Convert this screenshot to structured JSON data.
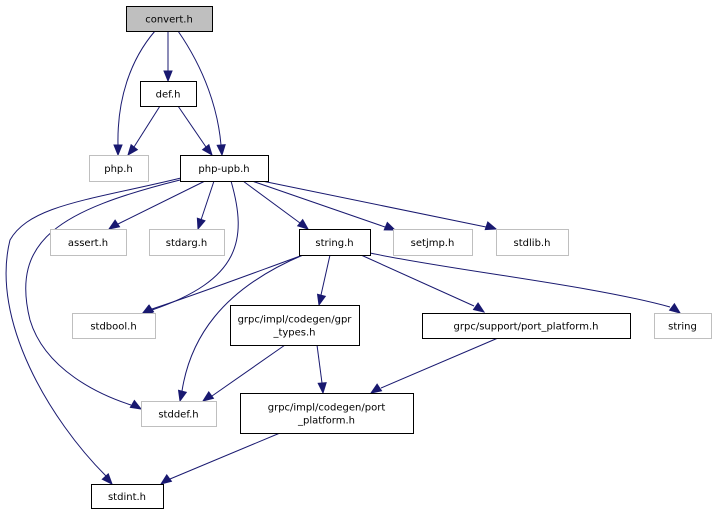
{
  "graph": {
    "title": "convert.h include dependency graph",
    "edge_color": "#191970",
    "nodes": [
      {
        "id": "convert",
        "label": [
          "convert.h"
        ],
        "kind": "main"
      },
      {
        "id": "def",
        "label": [
          "def.h"
        ],
        "kind": "linked"
      },
      {
        "id": "php",
        "label": [
          "php.h"
        ],
        "kind": "ext"
      },
      {
        "id": "phpupb",
        "label": [
          "php-upb.h"
        ],
        "kind": "linked"
      },
      {
        "id": "assert",
        "label": [
          "assert.h"
        ],
        "kind": "ext"
      },
      {
        "id": "stdarg",
        "label": [
          "stdarg.h"
        ],
        "kind": "ext"
      },
      {
        "id": "string_h",
        "label": [
          "string.h"
        ],
        "kind": "linked"
      },
      {
        "id": "setjmp",
        "label": [
          "setjmp.h"
        ],
        "kind": "ext"
      },
      {
        "id": "stdlib",
        "label": [
          "stdlib.h"
        ],
        "kind": "ext"
      },
      {
        "id": "stdbool",
        "label": [
          "stdbool.h"
        ],
        "kind": "ext"
      },
      {
        "id": "gpr_types",
        "label": [
          "grpc/impl/codegen/gpr",
          "_types.h"
        ],
        "kind": "linked"
      },
      {
        "id": "support_pp",
        "label": [
          "grpc/support/port_platform.h"
        ],
        "kind": "linked"
      },
      {
        "id": "string",
        "label": [
          "string"
        ],
        "kind": "ext"
      },
      {
        "id": "stddef",
        "label": [
          "stddef.h"
        ],
        "kind": "ext"
      },
      {
        "id": "codegen_pp",
        "label": [
          "grpc/impl/codegen/port",
          "_platform.h"
        ],
        "kind": "linked"
      },
      {
        "id": "stdint",
        "label": [
          "stdint.h"
        ],
        "kind": "linked"
      }
    ],
    "edges": [
      {
        "from": "convert",
        "to": "php"
      },
      {
        "from": "convert",
        "to": "def"
      },
      {
        "from": "convert",
        "to": "phpupb"
      },
      {
        "from": "def",
        "to": "php"
      },
      {
        "from": "def",
        "to": "phpupb"
      },
      {
        "from": "phpupb",
        "to": "assert"
      },
      {
        "from": "phpupb",
        "to": "stdarg"
      },
      {
        "from": "phpupb",
        "to": "string_h"
      },
      {
        "from": "phpupb",
        "to": "setjmp"
      },
      {
        "from": "phpupb",
        "to": "stdlib"
      },
      {
        "from": "phpupb",
        "to": "stdbool"
      },
      {
        "from": "phpupb",
        "to": "stddef"
      },
      {
        "from": "phpupb",
        "to": "stdint"
      },
      {
        "from": "string_h",
        "to": "stdbool"
      },
      {
        "from": "string_h",
        "to": "gpr_types"
      },
      {
        "from": "string_h",
        "to": "support_pp"
      },
      {
        "from": "string_h",
        "to": "string"
      },
      {
        "from": "string_h",
        "to": "stddef"
      },
      {
        "from": "gpr_types",
        "to": "stddef"
      },
      {
        "from": "gpr_types",
        "to": "codegen_pp"
      },
      {
        "from": "support_pp",
        "to": "codegen_pp"
      },
      {
        "from": "codegen_pp",
        "to": "stdint"
      }
    ]
  }
}
